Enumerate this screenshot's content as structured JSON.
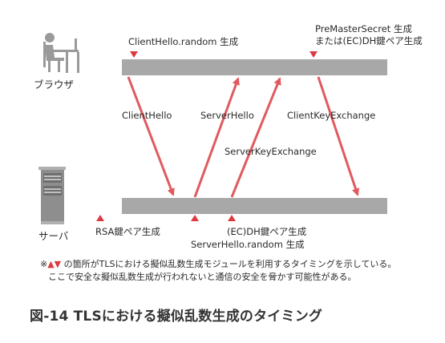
{
  "actors": {
    "browser": "ブラウザ",
    "server": "サーバ"
  },
  "events_top": {
    "client_random": "ClientHello.random 生成",
    "premaster_line1": "PreMasterSecret 生成",
    "premaster_line2": "または(EC)DH鍵ペア生成"
  },
  "events_bottom": {
    "rsa_keypair": "RSA鍵ペア生成",
    "server_random": "ServerHello.random 生成",
    "ecdh_keypair": "(EC)DH鍵ペア生成"
  },
  "messages": {
    "client_hello": "ClientHello",
    "server_hello": "ServerHello",
    "server_key_exchange": "ServerKeyExchange",
    "client_key_exchange": "ClientKeyExchange"
  },
  "note": {
    "prefix": "※",
    "markers": "▲▼",
    "line1_rest": " の箇所がTLSにおける擬似乱数生成モジュールを利用するタイミングを示している。",
    "line2": "ここで安全な擬似乱数生成が行われないと通信の安全を脅かす可能性がある。"
  },
  "caption": "図-14 TLSにおける擬似乱数生成のタイミング",
  "colors": {
    "arrow": "#e05a5e",
    "marker": "#e03840",
    "bar": "#a8a8a8",
    "icon": "#9a9a9a"
  }
}
